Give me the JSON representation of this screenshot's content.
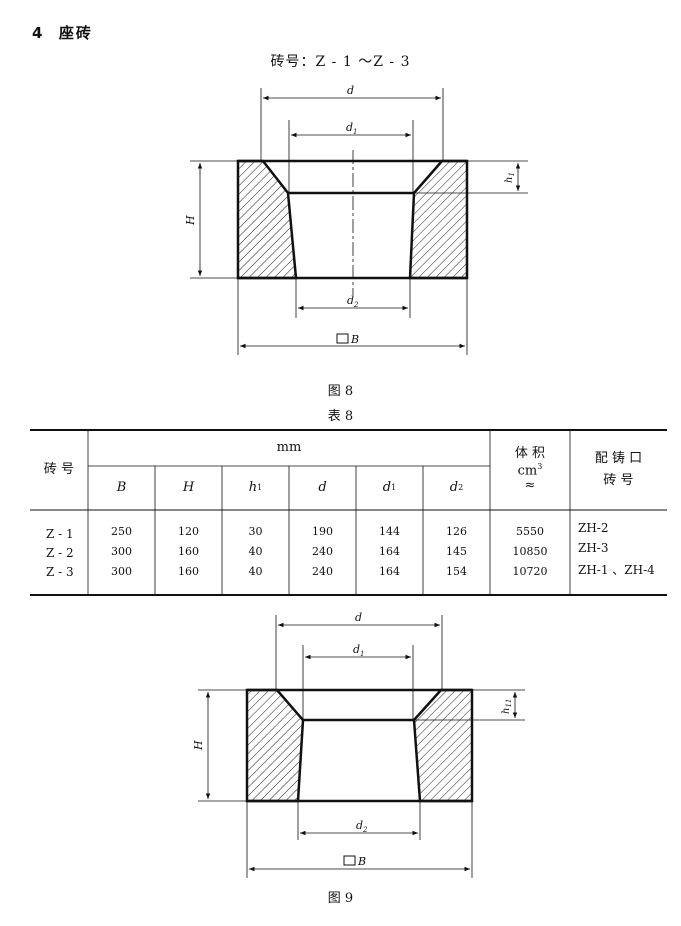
{
  "section": {
    "number": "4",
    "title": "座砖"
  },
  "subtitle": "砖号：Z - 1 ～Z - 3",
  "figure8": {
    "caption": "图 8",
    "labels": {
      "d": "d",
      "d1": "d",
      "d1_sub": "1",
      "d2": "d",
      "d2_sub": "2",
      "H": "H",
      "h1": "h",
      "h1_sub": "1",
      "B": "B"
    }
  },
  "table": {
    "caption": "表 8",
    "headers": {
      "brick_no": "砖 号",
      "mm": "mm",
      "B": "B",
      "H": "H",
      "h1": "h",
      "h1_sub": "1",
      "d": "d",
      "d1": "d",
      "d1_sub": "1",
      "d2": "d",
      "d2_sub": "2",
      "volume_line1": "体 积",
      "volume_line2": "cm",
      "volume_sup": "3",
      "volume_line3": "≈",
      "match_line1": "配 铸 口",
      "match_line2": "砖 号"
    },
    "rows": [
      {
        "brick": "Z - 1",
        "B": "250",
        "H": "120",
        "h1": "30",
        "d": "190",
        "d1": "144",
        "d2": "126",
        "volume": "5550",
        "match": "ZH-2"
      },
      {
        "brick": "Z - 2",
        "B": "300",
        "H": "160",
        "h1": "40",
        "d": "240",
        "d1": "164",
        "d2": "145",
        "volume": "10850",
        "match": "ZH-3"
      },
      {
        "brick": "Z - 3",
        "B": "300",
        "H": "160",
        "h1": "40",
        "d": "240",
        "d1": "164",
        "d2": "154",
        "volume": "10720",
        "match": "ZH-1 、ZH-4"
      }
    ]
  },
  "figure9": {
    "caption": "图 9",
    "labels": {
      "d": "d",
      "d1": "d",
      "d1_sub": "1",
      "d2": "d",
      "d2_sub": "2",
      "H": "H",
      "h11": "h",
      "h11_sub": "11",
      "B": "B"
    }
  }
}
